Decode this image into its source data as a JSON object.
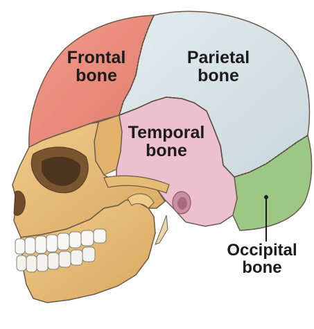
{
  "labels": {
    "frontal": {
      "line1": "Frontal",
      "line2": "bone"
    },
    "parietal": {
      "line1": "Parietal",
      "line2": "bone"
    },
    "temporal": {
      "line1": "Temporal",
      "line2": "bone"
    },
    "occipital": {
      "line1": "Occipital",
      "line2": "bone"
    }
  },
  "colors": {
    "frontal": "#ec8a7c",
    "parietal": "#d6e2e6",
    "temporal": "#ecc0cf",
    "occipital": "#9dc785",
    "face_bone": "#e9bf78",
    "teeth": "#f7f7f5",
    "outline": "#6a5a4a"
  }
}
